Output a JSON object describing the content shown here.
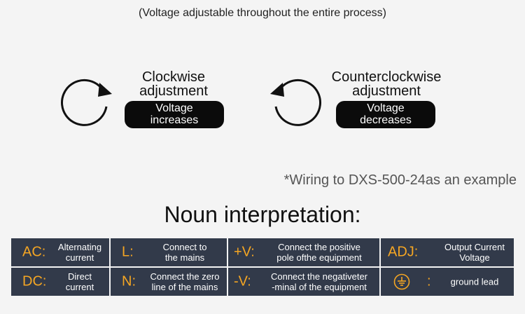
{
  "top_note": "(Voltage adjustable throughout the entire process)",
  "clockwise": {
    "title_line1": "Clockwise",
    "title_line2": "adjustment",
    "pill_line1": "Voltage",
    "pill_line2": "increases",
    "icon": "clockwise-arrow-icon"
  },
  "counterclockwise": {
    "title_line1": "Counterclockwise",
    "title_line2": "adjustment",
    "pill_line1": "Voltage",
    "pill_line2": "decreases",
    "icon": "counterclockwise-arrow-icon"
  },
  "wiring_note": "*Wiring to DXS-500-24as an example",
  "noun_title": "Noun interpretation:",
  "colors": {
    "cell_bg": "#323a4a",
    "code": "#f5a623",
    "pill": "#0b0b0b"
  },
  "terms": {
    "ac": {
      "code": "AC:",
      "line1": "Alternating",
      "line2": "current"
    },
    "l": {
      "code": "L:",
      "line1": "Connect to",
      "line2": "the mains"
    },
    "pv": {
      "code": "+V:",
      "line1": "Connect the positive",
      "line2": "pole ofthe equipment"
    },
    "adj": {
      "code": "ADJ:",
      "line1": "Output Current",
      "line2": "Voltage"
    },
    "dc": {
      "code": "DC:",
      "line1": "Direct",
      "line2": "current"
    },
    "n": {
      "code": "N:",
      "line1": "Connect the zero",
      "line2": "line of the mains"
    },
    "nv": {
      "code": "-V:",
      "line1": "Connect the negativeter",
      "line2": "-minal of the equipment"
    },
    "gnd": {
      "code": ":",
      "line1": "ground lead",
      "icon": "ground-icon"
    }
  }
}
